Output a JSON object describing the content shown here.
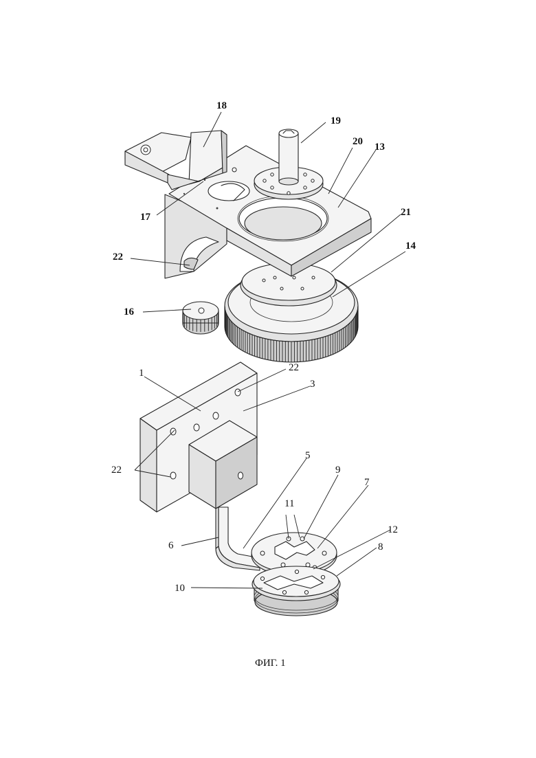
{
  "figure": {
    "caption": "ФИГ. 1"
  },
  "labels": {
    "l18": "18",
    "l19": "19",
    "l20": "20",
    "l13": "13",
    "l21": "21",
    "l14": "14",
    "l17": "17",
    "l22_top": "22",
    "l16": "16",
    "l1": "1",
    "l22_plate": "22",
    "l3": "3",
    "l22_left": "22",
    "l5": "5",
    "l9": "9",
    "l7": "7",
    "l11": "11",
    "l12": "12",
    "l6": "6",
    "l8": "8",
    "l10": "10"
  }
}
